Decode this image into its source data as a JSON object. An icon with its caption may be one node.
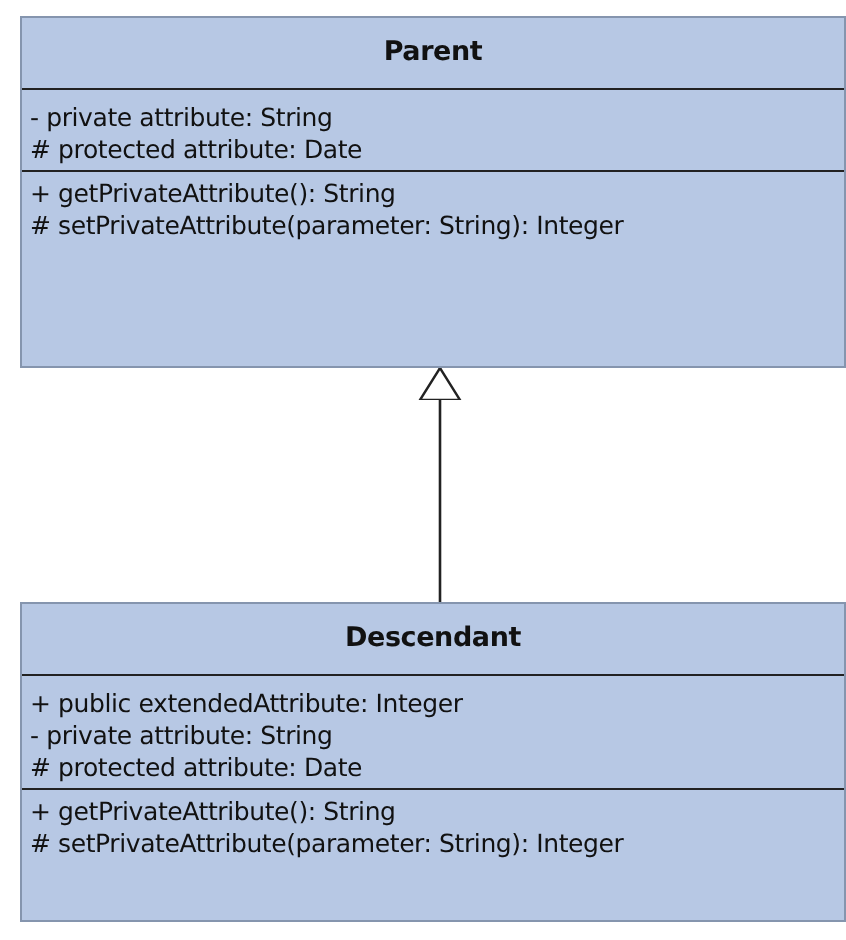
{
  "diagram": {
    "nodes": [
      {
        "text": [
          "Parent",
          "- private attribute: String",
          "# protected attribute: Date",
          "+ getPrivateAttribute(): String",
          "# setPrivateAttribute(parameter: String): Integer"
        ]
      },
      {
        "text": [
          "Descendant",
          "+ public extendedAttribute: Integer",
          "- private attribute: String",
          "# protected attribute: Date",
          "+ getPrivateAttribute(): String",
          "# setPrivateAttribute(parameter: String): Integer"
        ]
      }
    ],
    "edges": [
      {
        "from": 1,
        "to": 0,
        "arrow": "to"
      }
    ]
  }
}
